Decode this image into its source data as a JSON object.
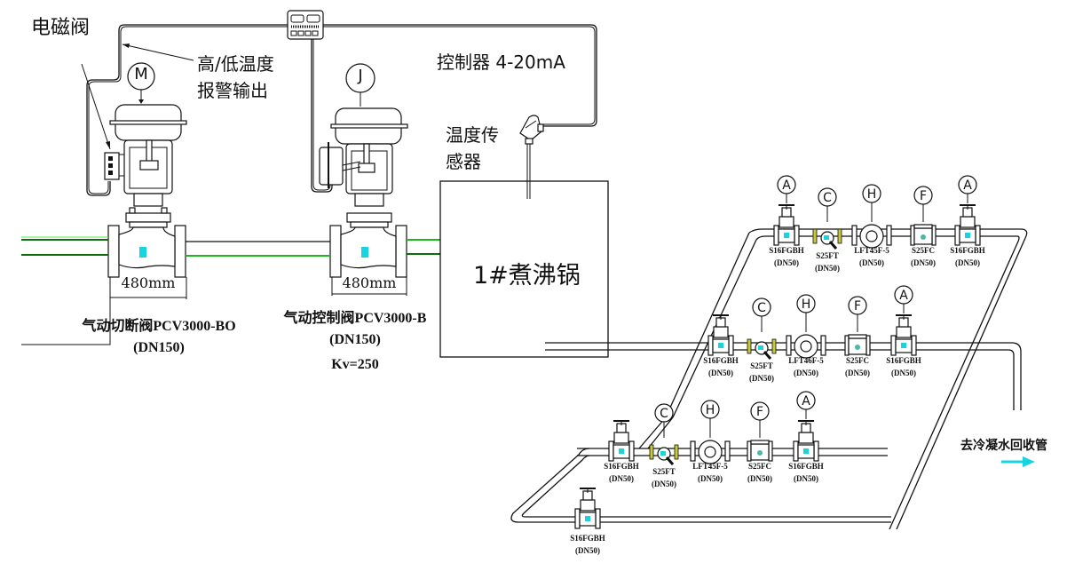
{
  "diagram": {
    "type": "process-control-schematic",
    "labels": {
      "solenoid_valve": "电磁阀",
      "alarm_output_line1": "高/低温度",
      "alarm_output_line2": "报警输出",
      "controller_signal": "控制器 4-20mA",
      "temp_sensor_line1": "温度传",
      "temp_sensor_line2": "感器",
      "boiler": "1#煮沸锅",
      "return_pipe": "去冷凝水回收管"
    },
    "actuators": [
      {
        "id": "M",
        "label": "M"
      },
      {
        "id": "J",
        "label": "J"
      }
    ],
    "main_valves": [
      {
        "name": "气动切断阀PCV3000-BO",
        "dn": "(DN150)",
        "length": "480mm",
        "kv": ""
      },
      {
        "name": "气动控制阀PCV3000-B",
        "dn": "(DN150)",
        "length": "480mm",
        "kv": "Kv=250"
      }
    ],
    "trap_rows": [
      {
        "row": 1,
        "items": [
          {
            "tag": "A",
            "model": "S16FGBH",
            "dn": "(DN50)"
          },
          {
            "tag": "C",
            "model": "S25FT",
            "dn": "(DN50)"
          },
          {
            "tag": "H",
            "model": "LFT45F-5",
            "dn": "(DN50)"
          },
          {
            "tag": "F",
            "model": "S25FC",
            "dn": "(DN50)"
          },
          {
            "tag": "A",
            "model": "S16FGBH",
            "dn": "(DN50)"
          }
        ]
      },
      {
        "row": 2,
        "items": [
          {
            "tag": "",
            "model": "S16FGBH",
            "dn": "(DN50)"
          },
          {
            "tag": "C",
            "model": "S25FT",
            "dn": "(DN50)"
          },
          {
            "tag": "H",
            "model": "LFT46F-5",
            "dn": "(DN50)"
          },
          {
            "tag": "F",
            "model": "S25FC",
            "dn": "(DN50)"
          },
          {
            "tag": "A",
            "model": "S16FGBH",
            "dn": "(DN50)"
          }
        ]
      },
      {
        "row": 3,
        "items": [
          {
            "tag": "",
            "model": "S16FGBH",
            "dn": "(DN50)"
          },
          {
            "tag": "C",
            "model": "S25FT",
            "dn": "(DN50)"
          },
          {
            "tag": "H",
            "model": "LFT45F-5",
            "dn": "(DN50)"
          },
          {
            "tag": "F",
            "model": "S25FC",
            "dn": "(DN50)"
          },
          {
            "tag": "A",
            "model": "S16FGBH",
            "dn": "(DN50)"
          }
        ]
      }
    ],
    "bypass_valve": {
      "model": "S16FGBH",
      "dn": "(DN50)"
    },
    "colors": {
      "steam_pipe": "#1fb81f",
      "flow_arrow": "#18d4e0",
      "line": "#111111"
    }
  }
}
